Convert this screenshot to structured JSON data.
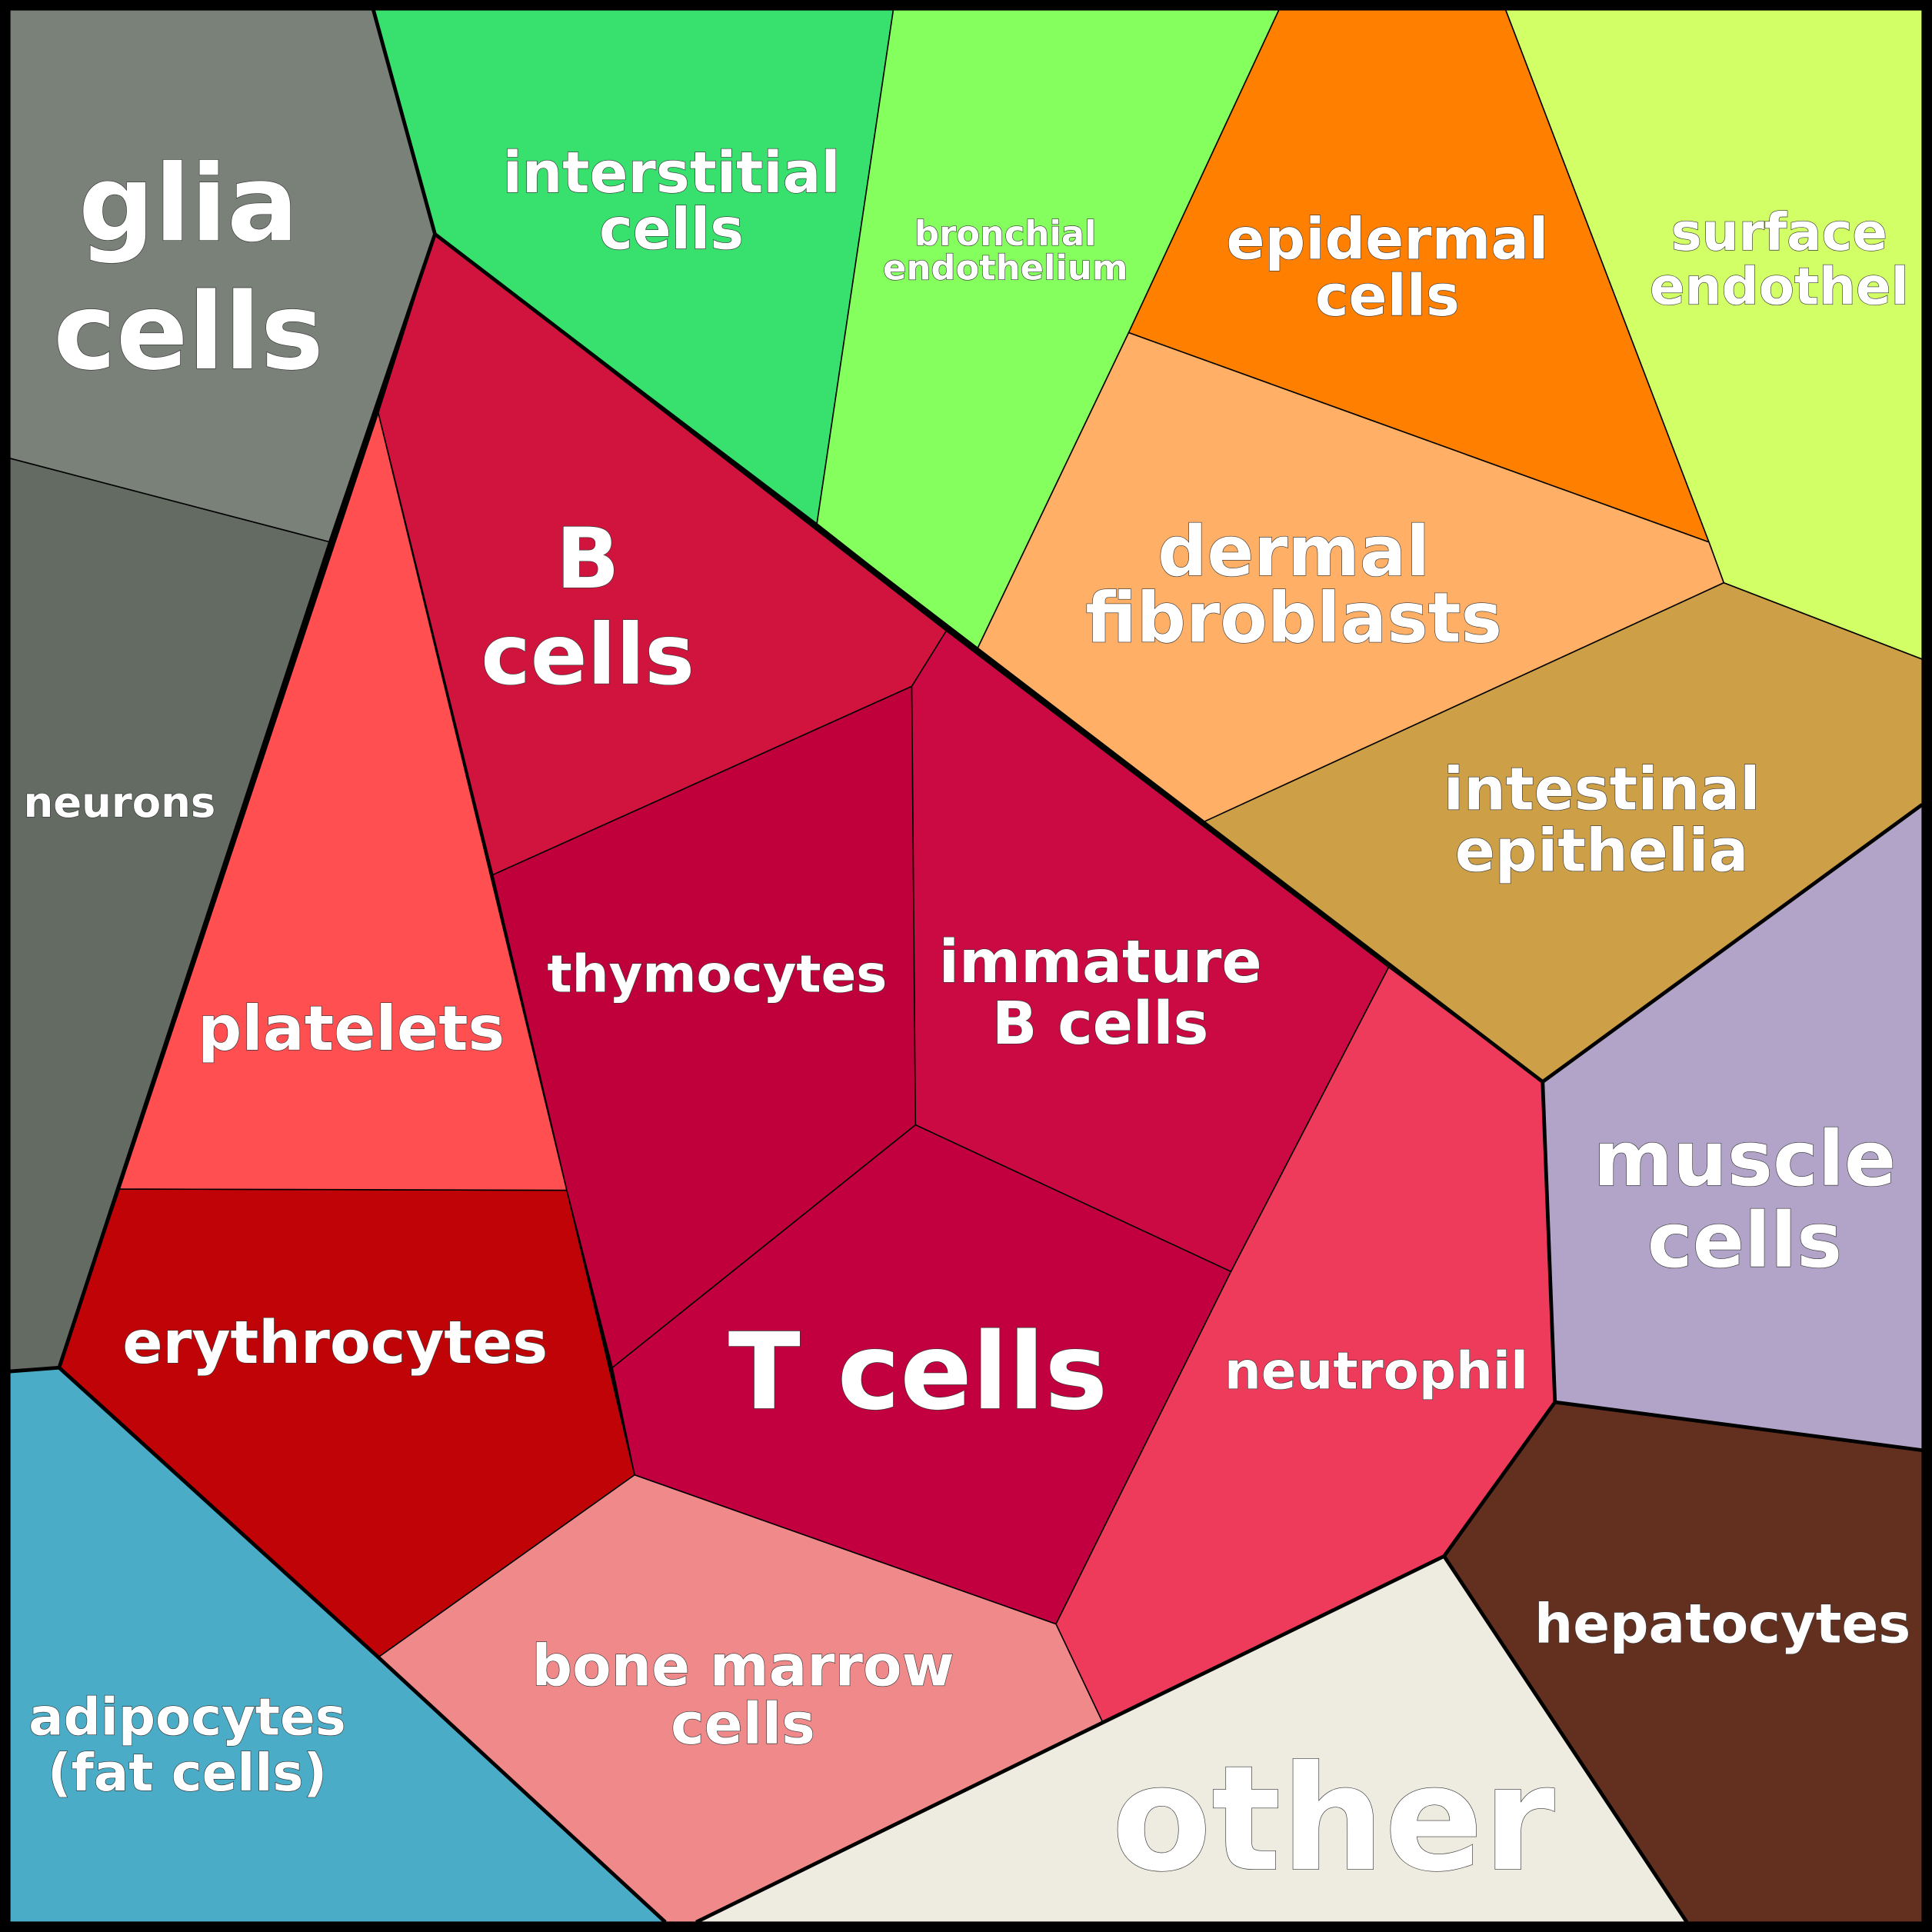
{
  "title": "Cell types voronoi treemap",
  "colors": {
    "glia": "#7a8179",
    "neurons": "#636b62",
    "interstitial": "#38e06e",
    "bronchial": "#85ff5e",
    "epidermal": "#ff8000",
    "surface": "#d3ff66",
    "dermal": "#ffb066",
    "intestinal": "#cd9f46",
    "muscle": "#b2a4c8",
    "hepatocytes": "#633020",
    "other": "#eeebe0",
    "neutrophil": "#ef3b5b",
    "bone_marrow": "#f08a8a",
    "adipocytes": "#4aacc6",
    "erythrocytes": "#bf0306",
    "platelets": "#ff4f50",
    "b_cells": "#d1143d",
    "thymocytes": "#c0003a",
    "immature_b": "#cb0a44",
    "t_cells": "#c20040"
  },
  "labels": {
    "glia": [
      "glia",
      "cells"
    ],
    "neurons": [
      "neurons"
    ],
    "interstitial": [
      "interstitial",
      "cells"
    ],
    "bronchial": [
      "bronchial",
      "endothelium"
    ],
    "epidermal": [
      "epidermal",
      "cells"
    ],
    "surface": [
      "surface",
      "endothel"
    ],
    "dermal": [
      "dermal",
      "fibroblasts"
    ],
    "intestinal": [
      "intestinal",
      "epithelia"
    ],
    "muscle": [
      "muscle",
      "cells"
    ],
    "hepatocytes": [
      "hepatocytes"
    ],
    "other": [
      "other"
    ],
    "neutrophil": [
      "neutrophil"
    ],
    "bone_marrow": [
      "bone marrow",
      "cells"
    ],
    "adipocytes": [
      "adipocytes",
      "(fat cells)"
    ],
    "erythrocytes": [
      "erythrocytes"
    ],
    "platelets": [
      "platelets"
    ],
    "b_cells": [
      "B",
      "cells"
    ],
    "thymocytes": [
      "thymocytes"
    ],
    "immature_b": [
      "immature",
      "B cells"
    ],
    "t_cells": [
      "T cells"
    ]
  }
}
